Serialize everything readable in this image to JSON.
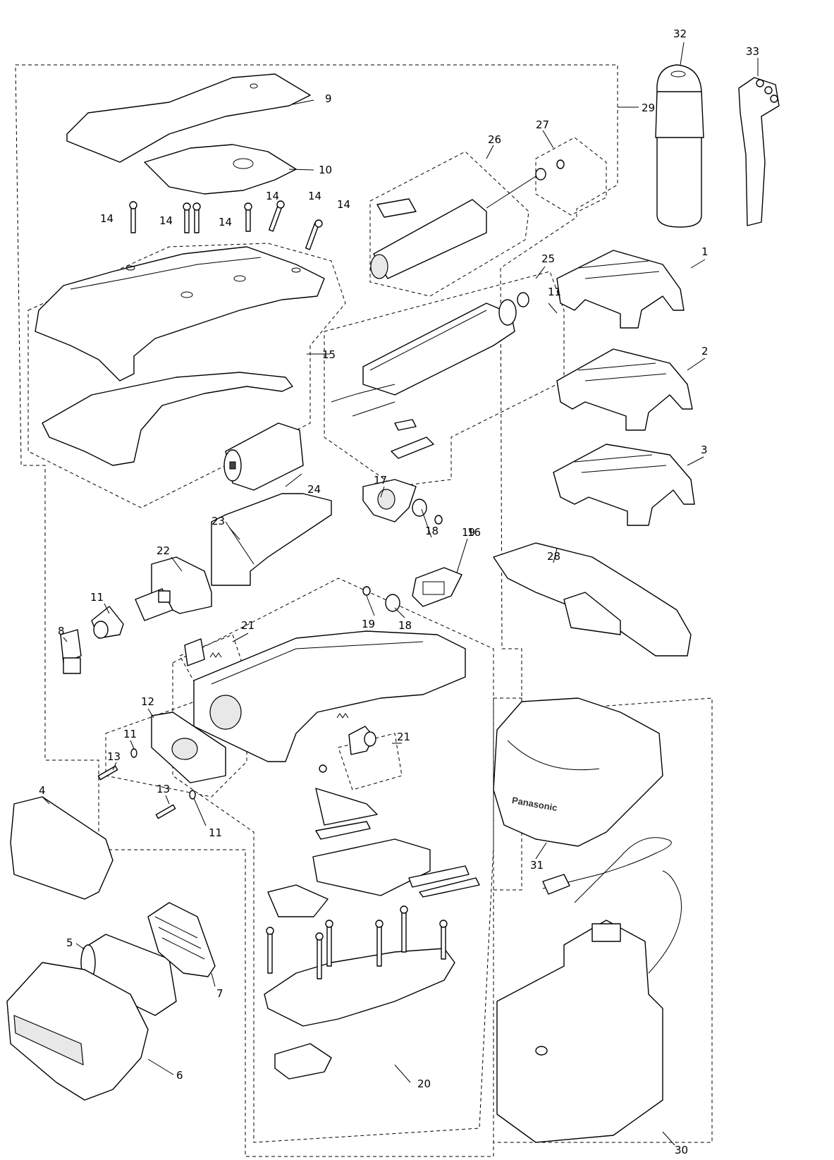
{
  "diagram": {
    "part_labels": [
      "1",
      "2",
      "3",
      "4",
      "5",
      "6",
      "7",
      "8",
      "9",
      "10",
      "11",
      "11",
      "11",
      "11",
      "12",
      "13",
      "13",
      "14",
      "14",
      "14",
      "14",
      "14",
      "14",
      "15",
      "16",
      "17",
      "18",
      "18",
      "19",
      "19",
      "20",
      "21",
      "21",
      "22",
      "23",
      "24",
      "25",
      "26",
      "27",
      "28",
      "29",
      "30",
      "31",
      "32",
      "33"
    ],
    "labels": {
      "p1": "1",
      "p2": "2",
      "p3": "3",
      "p4": "4",
      "p5": "5",
      "p6": "6",
      "p7": "7",
      "p8": "8",
      "p9": "9",
      "p10": "10",
      "p11a": "11",
      "p11b": "11",
      "p11c": "11",
      "p11d": "11",
      "p12": "12",
      "p13a": "13",
      "p13b": "13",
      "p14a": "14",
      "p14b": "14",
      "p14c": "14",
      "p14d": "14",
      "p14e": "14",
      "p14f": "14",
      "p15": "15",
      "p16": "16",
      "p17": "17",
      "p18a": "18",
      "p18b": "18",
      "p19a": "19",
      "p19b": "19",
      "p20": "20",
      "p21a": "21",
      "p21b": "21",
      "p22": "22",
      "p23": "23",
      "p24": "24",
      "p25": "25",
      "p26": "26",
      "p27": "27",
      "p28": "28",
      "p29": "29",
      "p30": "30",
      "p31": "31",
      "p32": "32",
      "p33": "33"
    },
    "brand_text": "Panasonic"
  }
}
